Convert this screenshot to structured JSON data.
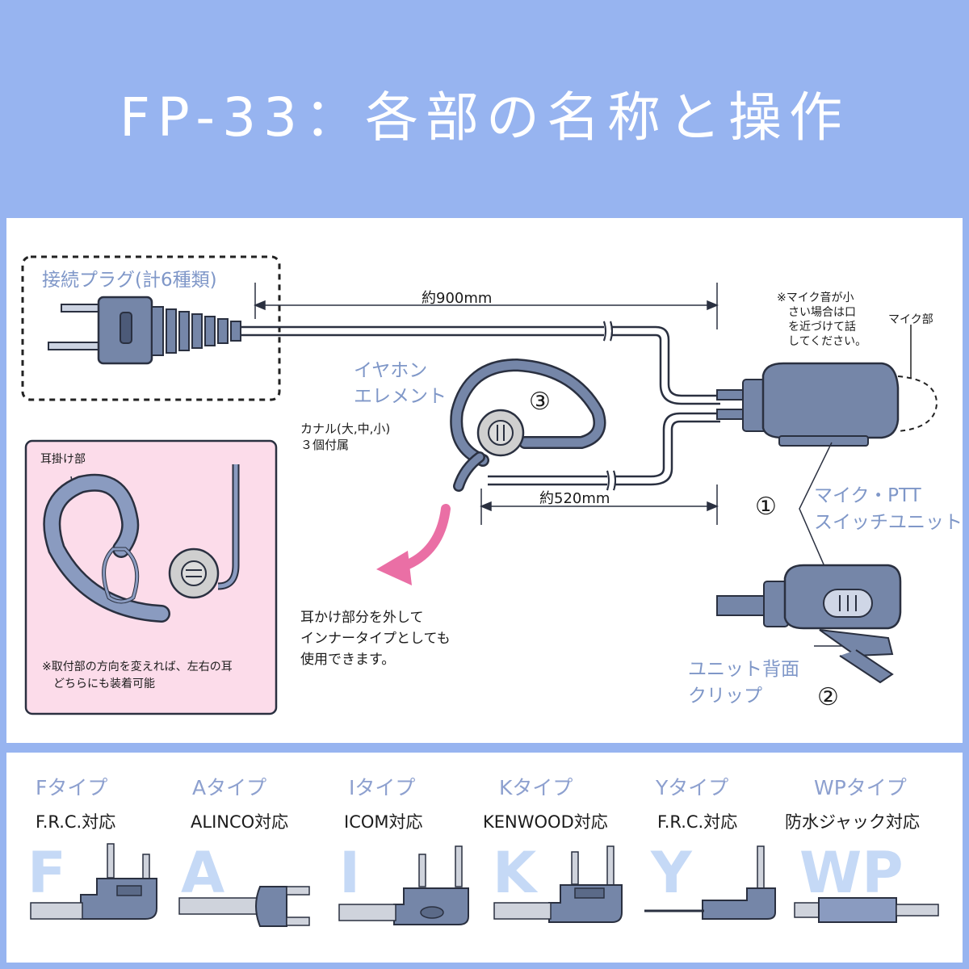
{
  "title": "FP-33：各部の名称と操作",
  "labels": {
    "connector_plug": "接続プラグ(計6種類)",
    "earphone_element_line1": "イヤホン",
    "earphone_element_line2": "エレメント",
    "canal_line1": "カナル(大,中,小)",
    "canal_line2": "３個付属",
    "length_main": "約900mm",
    "length_earphone": "約520mm",
    "mic_note_line1": "※マイク音が小",
    "mic_note_line2": "さい場合は口",
    "mic_note_line3": "を近づけて話",
    "mic_note_line4": "してください。",
    "mic_part": "マイク部",
    "ptt_unit_line1": "マイク・PTT",
    "ptt_unit_line2": "スイッチユニット",
    "back_clip_line1": "ユニット背面",
    "back_clip_line2": "クリップ",
    "inner_note_line1": "耳かけ部分を外して",
    "inner_note_line2": "インナータイプとしても",
    "inner_note_line3": "使用できます。",
    "ear_hook": "耳掛け部",
    "orientation_note_line1": "※取付部の方向を変えれば、左右の耳",
    "orientation_note_line2": "どちらにも装着可能",
    "marker_1": "①",
    "marker_2": "②",
    "marker_3": "③"
  },
  "plugs": [
    {
      "type": "Fタイプ",
      "maker": "F.R.C.対応",
      "letter": "F"
    },
    {
      "type": "Aタイプ",
      "maker": "ALINCO対応",
      "letter": "A"
    },
    {
      "type": "Iタイプ",
      "maker": "ICOM対応",
      "letter": "I"
    },
    {
      "type": "Kタイプ",
      "maker": "KENWOOD対応",
      "letter": "K"
    },
    {
      "type": "Yタイプ",
      "maker": "F.R.C.対応",
      "letter": "Y"
    },
    {
      "type": "WPタイプ",
      "maker": "防水ジャック対応",
      "letter": "WP"
    }
  ],
  "colors": {
    "background": "#97b4f0",
    "device_fill": "#7586a8",
    "line_stroke": "#2a3040",
    "pink_panel": "#fcdcea",
    "arrow": "#ea6fa5"
  }
}
